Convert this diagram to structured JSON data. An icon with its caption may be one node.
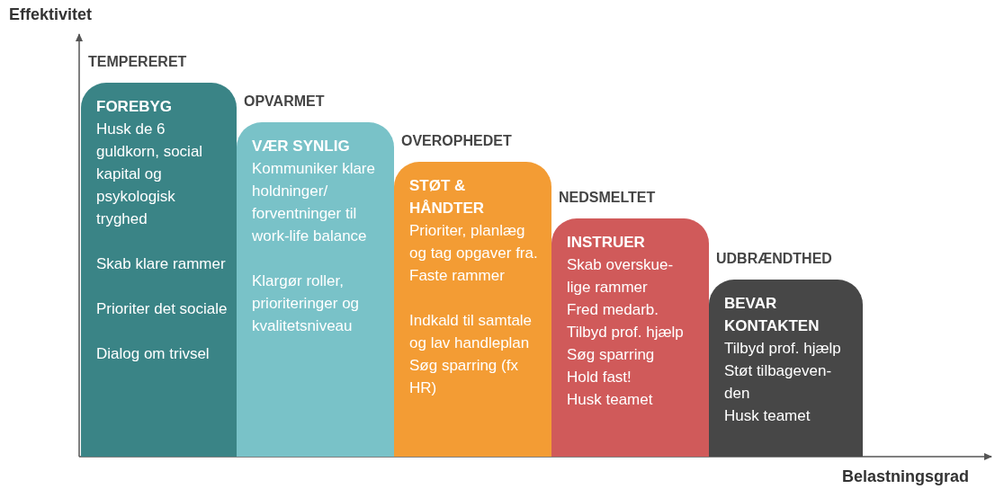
{
  "diagram": {
    "nodes": [
      {
        "text": [
          "TEMPERERET",
          "FOREBYG",
          "Husk de 6 guldkorn, social kapital og psykologisk tryghed",
          "Skab klare rammer",
          "Prioriter det sociale",
          "Dialog om trivsel"
        ]
      },
      {
        "text": [
          "OPVARMET",
          "VÆR SYNLIG",
          "Kommuniker klare holdninger/ forventninger til work-life balance",
          "Klargør roller, prioriteringer og kvalitetsniveau"
        ]
      },
      {
        "text": [
          "OVEROPHEDET",
          "STØT & HÅNDTER",
          "Prioriter, planlæg og tag opgaver fra.",
          "Faste rammer",
          "Indkald til samtale og lav handleplan",
          "Søg sparring (fx HR)"
        ]
      },
      {
        "text": [
          "NEDSMELTET",
          "INSTRUER",
          "Skab overskue- lige rammer",
          "Fred medarb.",
          "Tilbyd prof. hjælp",
          "Søg sparring",
          "Hold fast!",
          "Husk teamet"
        ]
      },
      {
        "text": [
          "UDBRÆNDTHED",
          "BEVAR KONTAKTEN",
          "Tilbyd prof. hjælp",
          "Støt tilbageven- den",
          "Husk teamet"
        ]
      }
    ],
    "labels": [
      "Effektivitet",
      "Belastningsgrad"
    ]
  }
}
